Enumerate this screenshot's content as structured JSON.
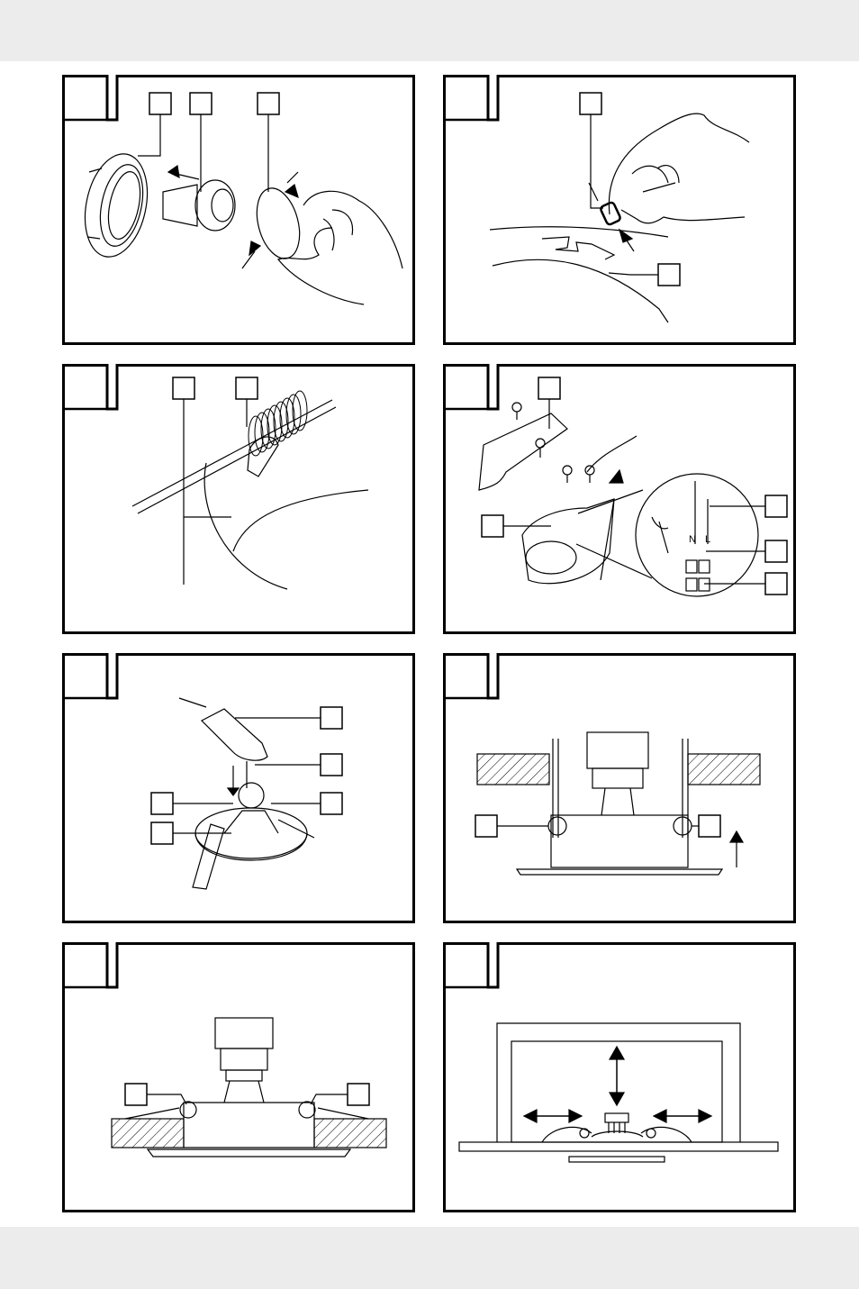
{
  "page": {
    "colors": {
      "band": "#ececec",
      "ink": "#000000",
      "paper": "#ffffff"
    }
  },
  "figures": [
    {
      "id": "fig-1",
      "number": "",
      "callouts": [
        "",
        "",
        ""
      ]
    },
    {
      "id": "fig-2",
      "number": "",
      "callouts": [
        "",
        ""
      ]
    },
    {
      "id": "fig-3",
      "number": "",
      "callouts": [
        "",
        ""
      ]
    },
    {
      "id": "fig-4",
      "number": "",
      "callouts": [
        "",
        "",
        "",
        ""
      ],
      "wiring_labels": [
        "N",
        "L"
      ]
    },
    {
      "id": "fig-5",
      "number": "",
      "callouts": [
        "",
        "",
        "",
        ""
      ]
    },
    {
      "id": "fig-6",
      "number": "",
      "callouts": [
        "",
        ""
      ]
    },
    {
      "id": "fig-7",
      "number": "",
      "callouts": [
        "",
        ""
      ]
    },
    {
      "id": "fig-8",
      "number": "",
      "callouts": []
    }
  ]
}
